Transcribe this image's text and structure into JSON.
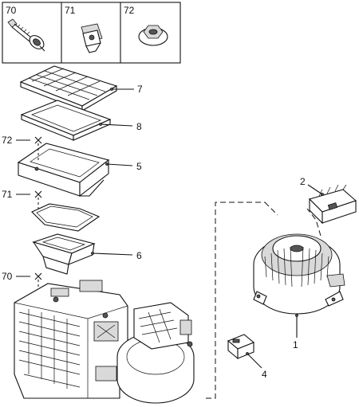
{
  "header_parts": [
    {
      "number": "70",
      "icon": "bolt-with-washer-icon"
    },
    {
      "number": "71",
      "icon": "clip-nut-icon"
    },
    {
      "number": "72",
      "icon": "flange-nut-icon"
    }
  ],
  "callouts": {
    "filter": "7",
    "filter_frame": "8",
    "housing_cover": "5",
    "gasket": "6",
    "blower_motor": "1",
    "resistor": "2",
    "connector": "4",
    "fastener_72": "72",
    "fastener_71": "71",
    "fastener_70": "70"
  }
}
